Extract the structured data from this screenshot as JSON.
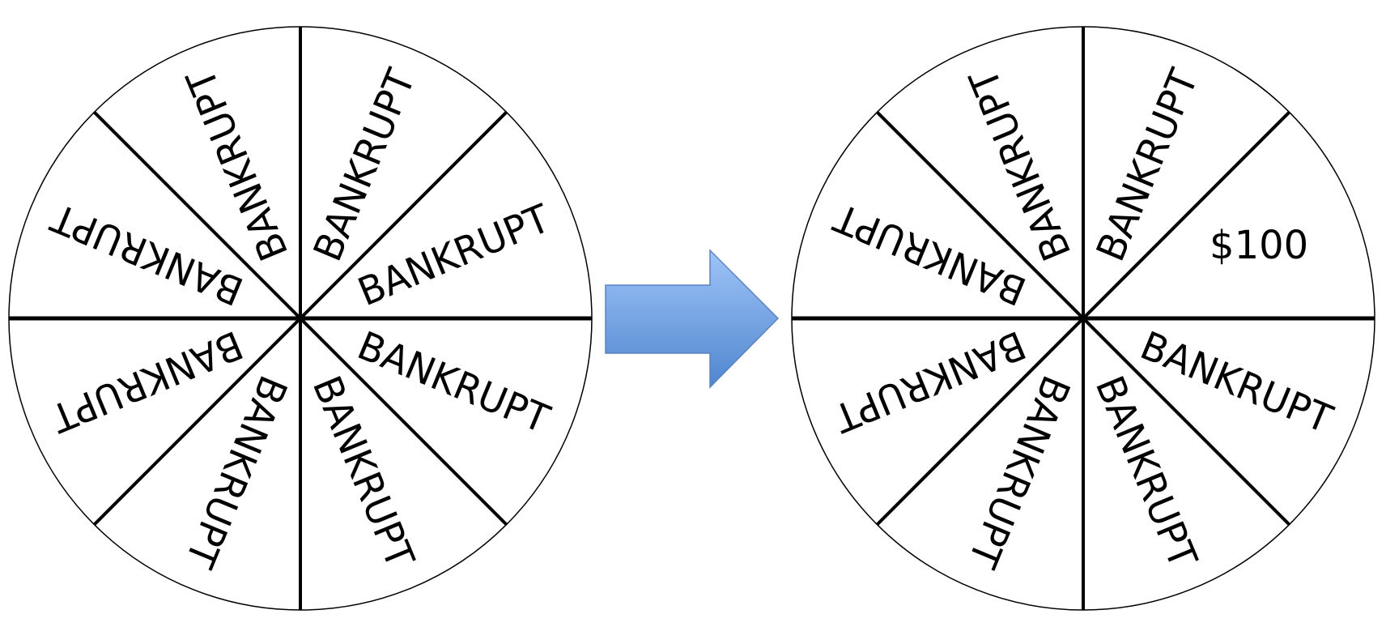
{
  "left_wheel": {
    "labels": [
      "BANKRUPT",
      "BANKRUPT",
      "BANKRUPT",
      "BANKRUPT",
      "BANKRUPT",
      "BANKRUPT",
      "BANKRUPT",
      "BANKRUPT"
    ]
  },
  "right_wheel": {
    "labels": [
      "BANKRUPT",
      "$100",
      "BANKRUPT",
      "BANKRUPT",
      "BANKRUPT",
      "BANKRUPT",
      "BANKRUPT",
      "BANKRUPT"
    ]
  },
  "arrow": {
    "color_top": "#9fc4f7",
    "color_bottom": "#4f86cf",
    "stroke": "#5a83c0"
  }
}
